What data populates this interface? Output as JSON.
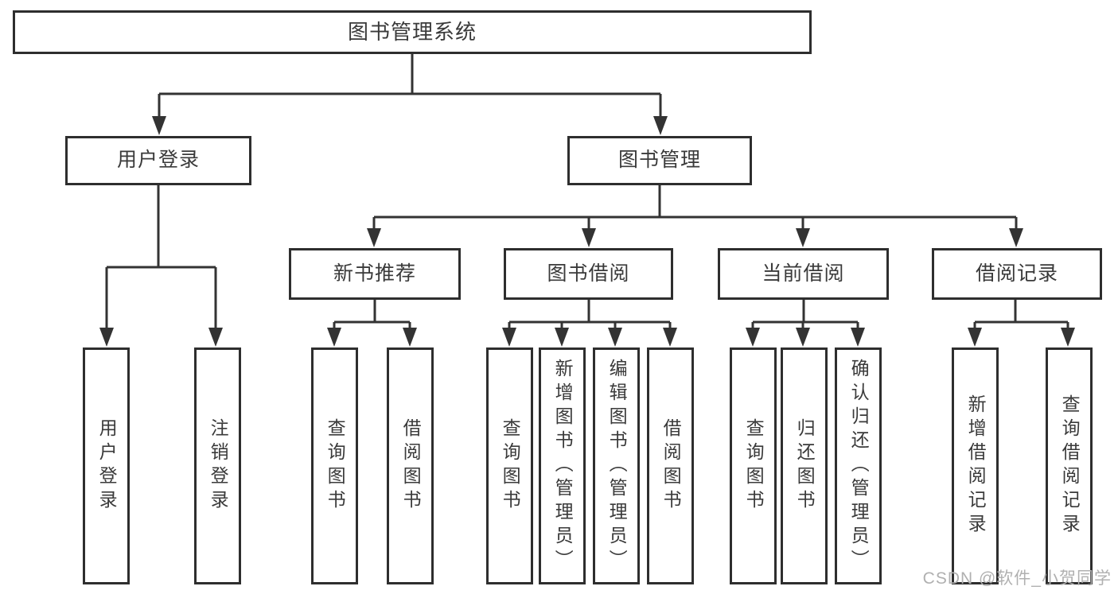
{
  "diagram_title": "图书管理系统",
  "tree": {
    "root": {
      "label": "图书管理系统"
    },
    "branches": [
      {
        "label": "用户登录",
        "children": [
          {
            "label": "用户登录"
          },
          {
            "label": "注销登录"
          }
        ]
      },
      {
        "label": "图书管理",
        "sections": [
          {
            "label": "新书推荐",
            "children": [
              {
                "label": "查询图书"
              },
              {
                "label": "借阅图书"
              }
            ]
          },
          {
            "label": "图书借阅",
            "children": [
              {
                "label": "查询图书"
              },
              {
                "label": "新增图书（管理员）"
              },
              {
                "label": "编辑图书（管理员）"
              },
              {
                "label": "借阅图书"
              }
            ]
          },
          {
            "label": "当前借阅",
            "children": [
              {
                "label": "查询图书"
              },
              {
                "label": "归还图书"
              },
              {
                "label": "确认归还（管理员）"
              }
            ]
          },
          {
            "label": "借阅记录",
            "children": [
              {
                "label": "新增借阅记录"
              },
              {
                "label": "查询借阅记录"
              }
            ]
          }
        ]
      }
    ]
  },
  "watermark": {
    "text": "CSDN @软件_小贺同学"
  },
  "colors": {
    "line": "#333333",
    "box_border": "#2e2e2e",
    "text": "#3a3a3a",
    "watermark": "#b0b0b0",
    "background": "#ffffff"
  }
}
